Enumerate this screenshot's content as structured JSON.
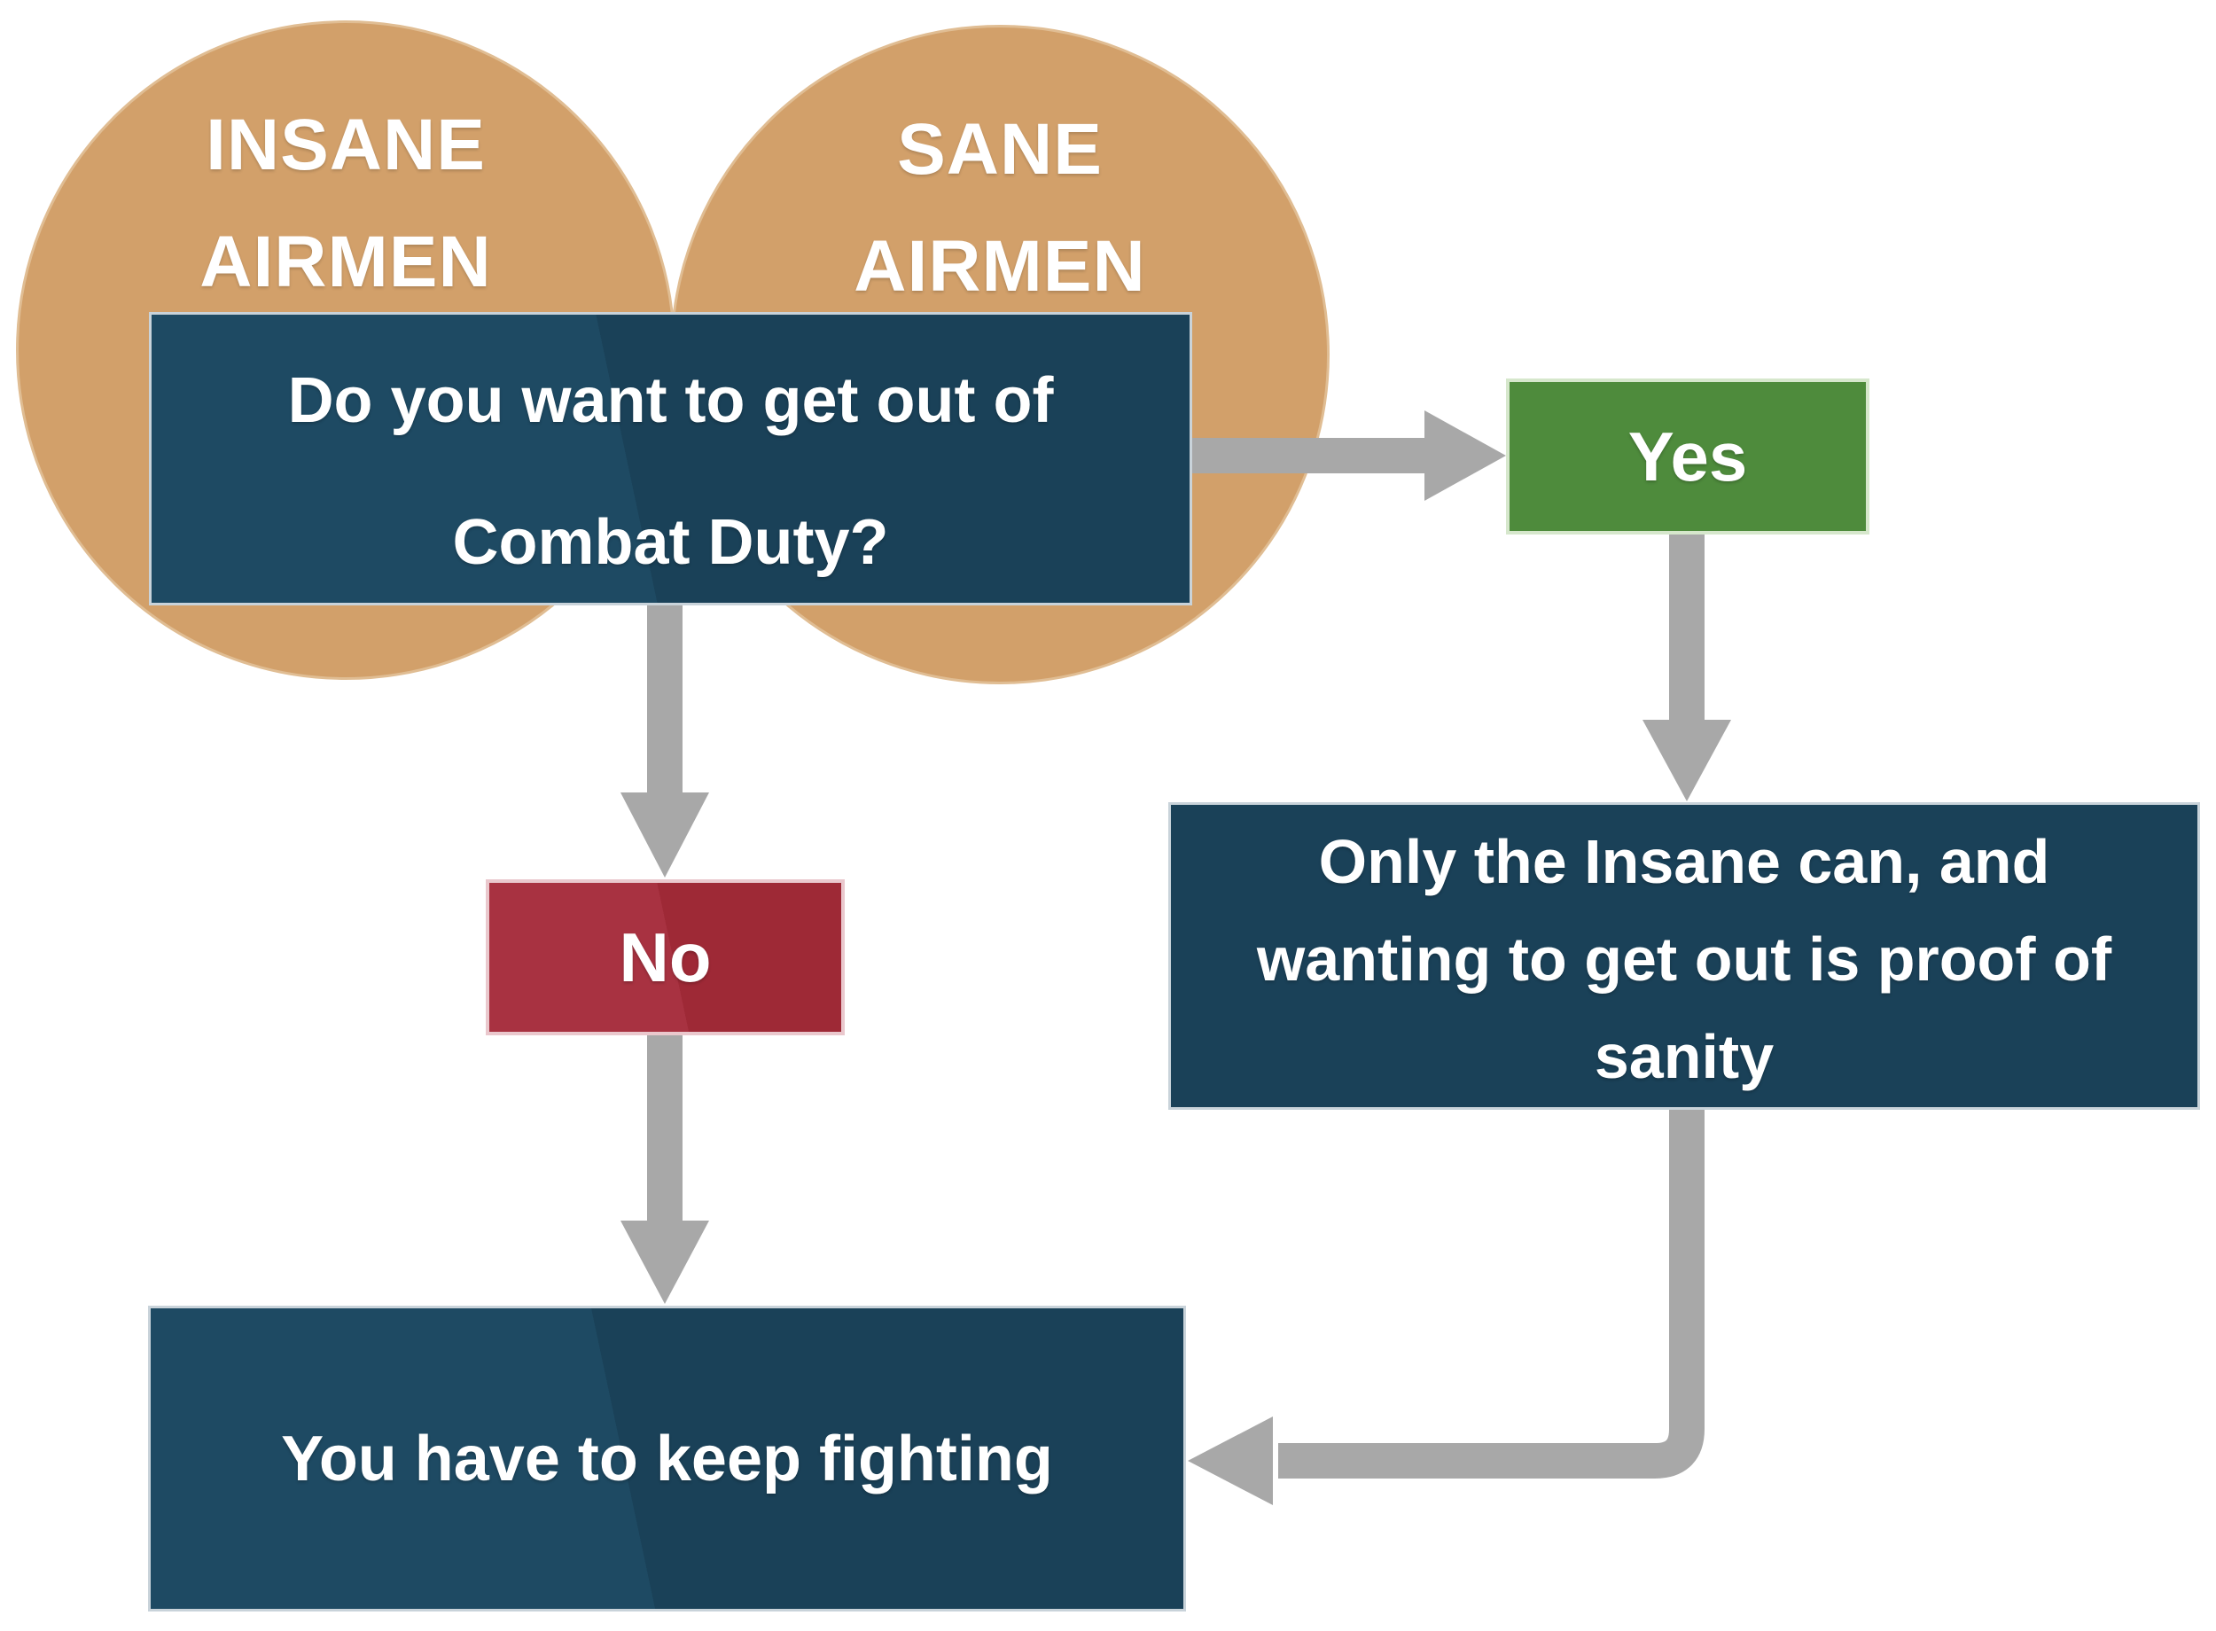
{
  "diagram": {
    "title_implicit": "Catch-22 flowchart",
    "colors": {
      "circle": "#D2A06A",
      "circle_border": "#E0BD93",
      "box_blue": "#1A4158",
      "box_blue_light": "#1E4A63",
      "blue_border": "#C9D3DA",
      "yes_green": "#4E8B3C",
      "green_border": "#D6E7CC",
      "no_red": "#9E2936",
      "no_red_light": "#A83241",
      "red_border": "#EAC8CD",
      "arrow_gray": "#A8A8A8",
      "text_white": "#FFFFFF"
    },
    "venn": {
      "left_circle": {
        "line1": "INSANE",
        "line2": "AIRMEN"
      },
      "right_circle": {
        "line1": "SANE",
        "line2": "AIRMEN"
      }
    },
    "nodes": {
      "question": {
        "line1": "Do you want to get out of",
        "line2": "Combat Duty?"
      },
      "yes": {
        "label": "Yes"
      },
      "no": {
        "label": "No"
      },
      "insane_result": {
        "line1": "Only the Insane can, and",
        "line2": "wanting to get out is proof of",
        "line3": "sanity"
      },
      "keep_fighting": {
        "label": "You have to keep fighting"
      }
    }
  }
}
